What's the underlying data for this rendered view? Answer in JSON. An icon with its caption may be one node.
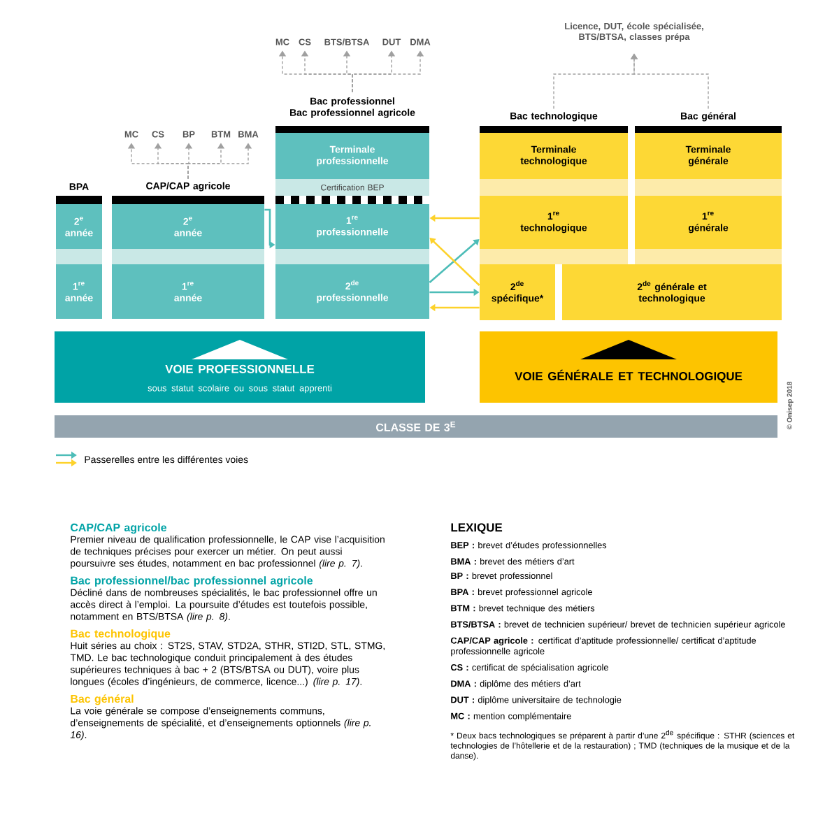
{
  "diagram": {
    "nodes": [
      {
        "text": [
          "MC"
        ]
      },
      {
        "text": [
          "CS"
        ]
      },
      {
        "text": [
          "BTS/BTSA"
        ]
      },
      {
        "text": [
          "DUT"
        ]
      },
      {
        "text": [
          "DMA"
        ]
      },
      {
        "text": [
          "Licence, DUT, école spécialisée, BTS/BTSA, classes prépa"
        ]
      },
      {
        "text": [
          "MC"
        ]
      },
      {
        "text": [
          "CS"
        ]
      },
      {
        "text": [
          "BP"
        ]
      },
      {
        "text": [
          "BTM"
        ]
      },
      {
        "text": [
          "BMA"
        ]
      },
      {
        "text": [
          "Bac professionnel",
          "Bac professionnel agricole"
        ]
      },
      {
        "text": [
          "Bac technologique"
        ]
      },
      {
        "text": [
          "Bac général"
        ]
      },
      {
        "text": [
          "BPA"
        ]
      },
      {
        "text": [
          "CAP/CAP agricole"
        ]
      },
      {
        "text": [
          "2$^{e}$ année"
        ]
      },
      {
        "text": [
          "1$^{re}$ année"
        ]
      },
      {
        "text": [
          "2$^{e}$ année"
        ]
      },
      {
        "text": [
          "1$^{re}$ année"
        ]
      },
      {
        "text": [
          "Terminale professionnelle"
        ]
      },
      {
        "text": [
          "Certification BEP"
        ]
      },
      {
        "text": [
          "1$^{re}$ professionnelle"
        ]
      },
      {
        "text": [
          "2$^{de}$ professionnelle"
        ]
      },
      {
        "text": [
          "Terminale technologique"
        ]
      },
      {
        "text": [
          "1$^{re}$ technologique"
        ]
      },
      {
        "text": [
          "2$^{de}$ spécifique*"
        ]
      },
      {
        "text": [
          "Terminale générale"
        ]
      },
      {
        "text": [
          "1$^{re}$ générale"
        ]
      },
      {
        "text": [
          "2$^{de}$ générale et technologique"
        ]
      },
      {
        "text": [
          "VOIE PROFESSIONNELLE",
          "sous statut scolaire ou sous statut apprenti"
        ]
      },
      {
        "text": [
          "VOIE GÉNÉRALE ET TECHNOLOGIQUE"
        ]
      },
      {
        "text": [
          "CLASSE DE 3$^{E}$"
        ]
      },
      {
        "text": [],
        "shape": "bar"
      },
      {
        "text": [],
        "shape": "bar"
      },
      {
        "text": [],
        "shape": "bar"
      },
      {
        "text": [],
        "shape": "bar"
      },
      {
        "text": [],
        "shape": "bar"
      },
      {
        "text": [],
        "shape": "bar"
      },
      {
        "text": [],
        "shape": "bar"
      }
    ],
    "edges": [
      {
        "from": 11,
        "to": 0,
        "arrow": "to",
        "style": "dashed"
      },
      {
        "from": 11,
        "to": 1,
        "arrow": "to",
        "style": "dashed"
      },
      {
        "from": 11,
        "to": 2,
        "arrow": "to",
        "style": "dashed"
      },
      {
        "from": 11,
        "to": 3,
        "arrow": "to",
        "style": "dashed"
      },
      {
        "from": 11,
        "to": 4,
        "arrow": "to",
        "style": "dashed"
      },
      {
        "from": 15,
        "to": 6,
        "arrow": "to",
        "style": "dashed"
      },
      {
        "from": 15,
        "to": 7,
        "arrow": "to",
        "style": "dashed"
      },
      {
        "from": 15,
        "to": 8,
        "arrow": "to",
        "style": "dashed"
      },
      {
        "from": 15,
        "to": 9,
        "arrow": "to",
        "style": "dashed"
      },
      {
        "from": 15,
        "to": 10,
        "arrow": "to",
        "style": "dashed"
      },
      {
        "from": 12,
        "to": 5,
        "arrow": "to",
        "style": "dashed"
      },
      {
        "from": 13,
        "to": 5,
        "arrow": "to",
        "style": "dashed"
      },
      {
        "from": 18,
        "to": 22,
        "arrow": "to",
        "color": "#4dbdb8"
      },
      {
        "from": 25,
        "to": 22,
        "arrow": "to",
        "color": "#fdd22b"
      },
      {
        "from": 23,
        "to": 25,
        "arrow": "to",
        "color": "#4dbdb8"
      },
      {
        "from": 26,
        "to": 22,
        "arrow": "to",
        "color": "#fdd22b"
      },
      {
        "from": 23,
        "to": 26,
        "arrow": "to",
        "color": "#4dbdb8"
      },
      {
        "from": 26,
        "to": 23,
        "arrow": "to",
        "color": "#fdd22b"
      }
    ],
    "labels": [
      "© Onisep 2018",
      "CAP/CAP agricole",
      "Premier niveau de qualification professionnelle, le CAP vise l’acquisition de techniques précises pour exercer un métier. On peut aussi poursuivre ses études, notamment en bac professionnel *(lire p. 7)*.",
      "Bac professionnel/bac professionnel agricole",
      "Décliné dans de nombreuses spécialités, le bac professionnel offre un accès direct à l’emploi. La poursuite d’études est toutefois possible, notamment en BTS/BTSA *(lire p. 8)*.",
      "Bac technologique",
      "Huit séries au choix : ST2S, STAV, STD2A, STHR, STI2D, STL, STMG, TMD. Le bac technologique conduit principalement à des études supérieures techniques à bac + 2 (BTS/BTSA ou DUT), voire plus longues (écoles d’ingénieurs, de commerce, licence...) *(lire p. 17)*.",
      "Bac général",
      "La voie générale se compose d’enseignements communs, d’enseignements de spécialité, et d’enseignements optionnels *(lire p. 16)*.",
      "LEXIQUE",
      "**BEP :** brevet d’études professionnelles",
      "**BMA :** brevet des métiers d’art",
      "**BP :** brevet professionnel",
      "**BPA :** brevet professionnel agricole",
      "**BTM :** brevet technique des métiers",
      "**BTS/BTSA :** brevet de technicien supérieur/ brevet de technicien supérieur agricole",
      "**CAP/CAP agricole :** certificat d’aptitude professionnelle/ certificat d’aptitude professionnelle agricole",
      "**CS :** certificat de spécialisation agricole",
      "**DMA :** diplôme des métiers d’art",
      "**DUT :** diplôme universitaire de technologie",
      "**MC :** mention complémentaire",
      "* Deux bacs technologiques se préparent à partir d’une 2$^{de}$ spécifique : STHR (sciences et technologies de l’hôtellerie et de la restauration) ; TMD (techniques de la musique et de la danse)."
    ],
    "legend": [
      {
        "text": "Passerelles entre les différentes voies"
      }
    ]
  }
}
